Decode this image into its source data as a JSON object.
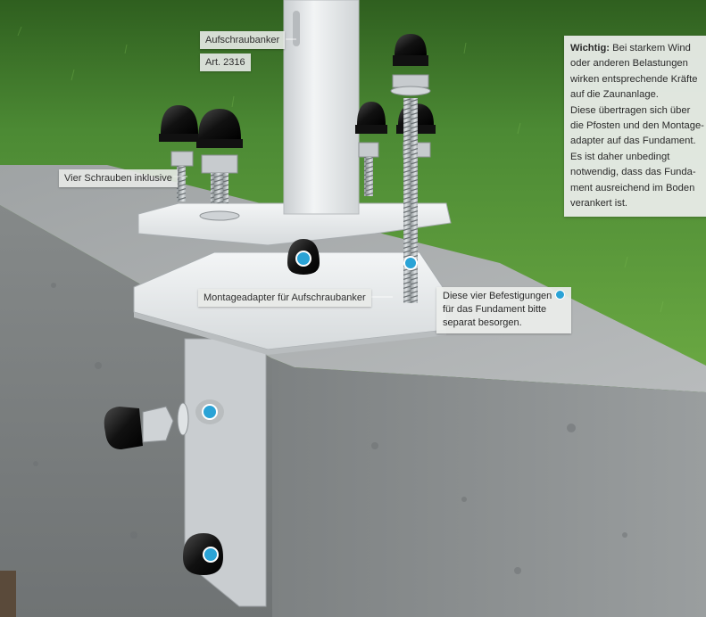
{
  "labels": {
    "anchor_name": "Aufschraubanker",
    "article": "Art. 2316",
    "screws": "Vier Schrauben inklusive",
    "adapter": "Montageadapter für Aufschraubanker"
  },
  "foundation_note": {
    "lines": [
      "Diese vier Befestigungen",
      "für das Fundament bitte",
      "separat besorgen."
    ]
  },
  "important": {
    "lead": "Wichtig:",
    "lines": [
      "Bei starkem Wind",
      "oder anderen Belastungen",
      "wirken entsprechende Kräfte",
      "auf die Zaunanlage.",
      "Diese übertragen sich über",
      "die Pfosten und den Montage-",
      "adapter auf das Fundament.",
      "Es ist daher unbedingt",
      "notwendig, dass das Funda-",
      "ment ausreichend im Boden",
      "verankert ist."
    ]
  },
  "colors": {
    "grass": "#4c8a34",
    "concrete_top": "#a9adae",
    "concrete_side": "#8f9394",
    "metal": "#dfe3e6",
    "bolt_cap": "#111111",
    "marker": "#2aa3d6"
  },
  "icons": [
    "hex-nut-icon",
    "dome-cap-nut-icon",
    "threaded-rod-icon",
    "marker-dot-icon"
  ]
}
